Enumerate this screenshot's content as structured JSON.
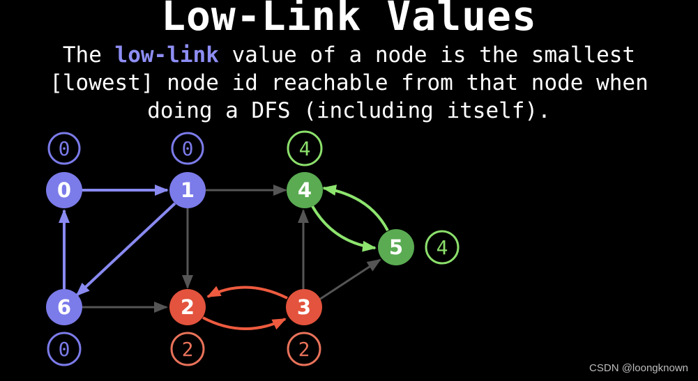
{
  "title": "Low-Link Values",
  "description": {
    "line1_prefix": "The ",
    "line1_highlight": "low-link",
    "line1_suffix": " value of a node is the smallest",
    "line2": "[lowest] node id reachable from that node when",
    "line3": "doing a DFS (including itself)."
  },
  "colors": {
    "blue": "#7b7bea",
    "blue_edge": "#8a8af2",
    "green": "#5aab52",
    "green_edge": "#8de46e",
    "green_ring": "#8ce06c",
    "red": "#e3533d",
    "red_edge": "#ee5b3f",
    "red_ring": "#e8725a",
    "gray_edge": "#555555"
  },
  "nodes": [
    {
      "id": "0",
      "label": "0",
      "low_link": "0",
      "group": "blue"
    },
    {
      "id": "1",
      "label": "1",
      "low_link": "0",
      "group": "blue"
    },
    {
      "id": "2",
      "label": "2",
      "low_link": "2",
      "group": "red"
    },
    {
      "id": "3",
      "label": "3",
      "low_link": "2",
      "group": "red"
    },
    {
      "id": "4",
      "label": "4",
      "low_link": "4",
      "group": "green"
    },
    {
      "id": "5",
      "label": "5",
      "low_link": "4",
      "group": "green"
    },
    {
      "id": "6",
      "label": "6",
      "low_link": "0",
      "group": "blue"
    }
  ],
  "edges": [
    {
      "from": "0",
      "to": "1",
      "color": "blue"
    },
    {
      "from": "1",
      "to": "6",
      "color": "blue"
    },
    {
      "from": "6",
      "to": "0",
      "color": "blue"
    },
    {
      "from": "1",
      "to": "4",
      "color": "gray"
    },
    {
      "from": "1",
      "to": "2",
      "color": "gray"
    },
    {
      "from": "6",
      "to": "2",
      "color": "gray"
    },
    {
      "from": "3",
      "to": "4",
      "color": "gray"
    },
    {
      "from": "3",
      "to": "5",
      "color": "gray"
    },
    {
      "from": "2",
      "to": "3",
      "color": "red"
    },
    {
      "from": "3",
      "to": "2",
      "color": "red"
    },
    {
      "from": "4",
      "to": "5",
      "color": "green"
    },
    {
      "from": "5",
      "to": "4",
      "color": "green"
    }
  ],
  "watermark": "CSDN @loongknown"
}
